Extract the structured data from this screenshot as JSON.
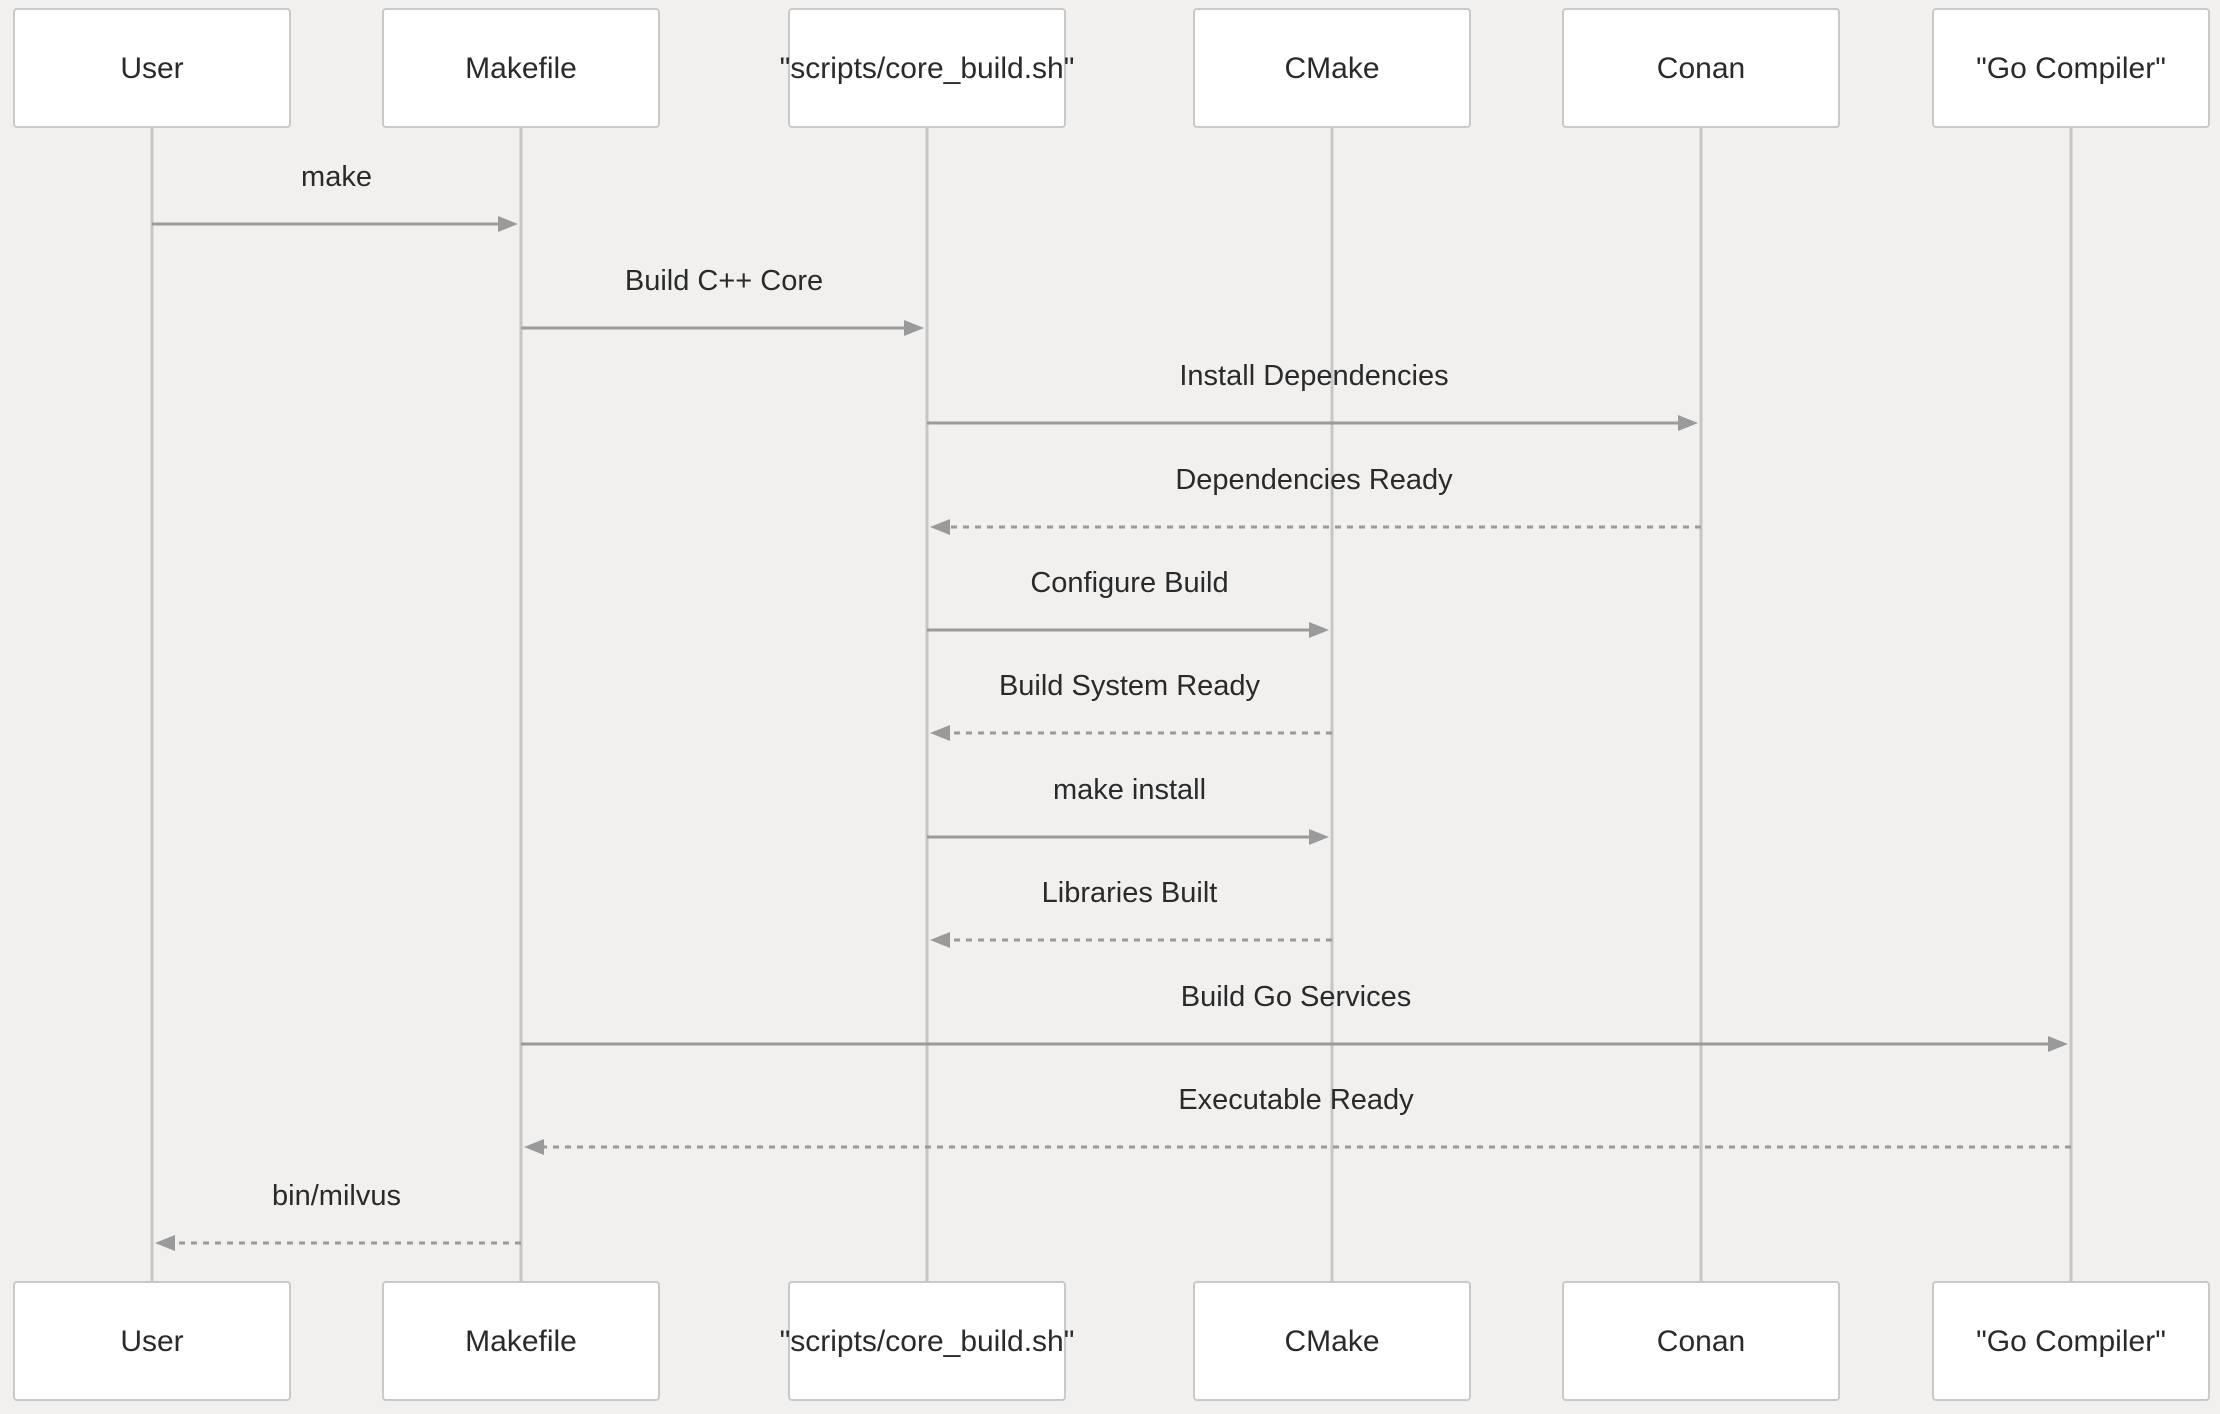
{
  "diagram": {
    "participants": [
      {
        "id": "user",
        "label": "User"
      },
      {
        "id": "makefile",
        "label": "Makefile"
      },
      {
        "id": "core_build",
        "label": "\"scripts/core_build.sh\""
      },
      {
        "id": "cmake",
        "label": "CMake"
      },
      {
        "id": "conan",
        "label": "Conan"
      },
      {
        "id": "go_compiler",
        "label": "\"Go Compiler\""
      }
    ],
    "messages": [
      {
        "from": "user",
        "to": "makefile",
        "label": "make",
        "style": "solid"
      },
      {
        "from": "makefile",
        "to": "core_build",
        "label": "Build C++ Core",
        "style": "solid"
      },
      {
        "from": "core_build",
        "to": "conan",
        "label": "Install Dependencies",
        "style": "solid"
      },
      {
        "from": "conan",
        "to": "core_build",
        "label": "Dependencies Ready",
        "style": "dashed"
      },
      {
        "from": "core_build",
        "to": "cmake",
        "label": "Configure Build",
        "style": "solid"
      },
      {
        "from": "cmake",
        "to": "core_build",
        "label": "Build System Ready",
        "style": "dashed"
      },
      {
        "from": "core_build",
        "to": "cmake",
        "label": "make install",
        "style": "solid"
      },
      {
        "from": "cmake",
        "to": "core_build",
        "label": "Libraries Built",
        "style": "dashed"
      },
      {
        "from": "makefile",
        "to": "go_compiler",
        "label": "Build Go Services",
        "style": "solid"
      },
      {
        "from": "go_compiler",
        "to": "makefile",
        "label": "Executable Ready",
        "style": "dashed"
      },
      {
        "from": "makefile",
        "to": "user",
        "label": "bin/milvus",
        "style": "dashed"
      }
    ]
  }
}
